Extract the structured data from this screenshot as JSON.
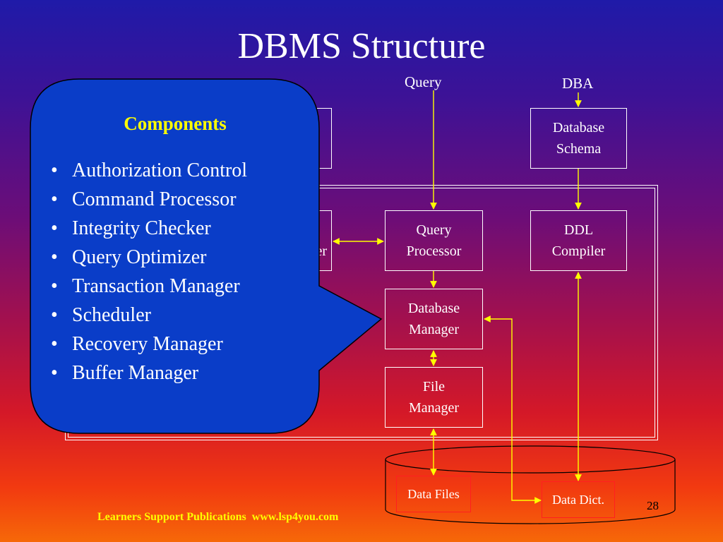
{
  "slide": {
    "title": "DBMS Structure",
    "page_number": "28"
  },
  "top_labels": {
    "query": "Query",
    "dba": "DBA"
  },
  "diagram": {
    "database_schema": [
      "Database",
      "Schema"
    ],
    "query_processor": [
      "Query",
      "Processor"
    ],
    "ddl_compiler": [
      "DDL",
      "Compiler"
    ],
    "database_manager": [
      "Database",
      "Manager"
    ],
    "file_manager": [
      "File",
      "Manager"
    ],
    "data_files": "Data Files",
    "data_dict": "Data Dict.",
    "partial_label": "er"
  },
  "callout": {
    "title": "Components",
    "items": [
      "Authorization Control",
      "Command Processor",
      "Integrity Checker",
      "Query Optimizer",
      "Transaction Manager",
      "Scheduler",
      "Recovery Manager",
      "Buffer Manager"
    ]
  },
  "footer": {
    "publisher": "Learners Support Publications  www.lsp4you.com"
  },
  "colors": {
    "wire": "#ffff00",
    "callout_fill": "#0a3dc8",
    "callout_title": "#ffff00",
    "footer": "#ffff00"
  }
}
